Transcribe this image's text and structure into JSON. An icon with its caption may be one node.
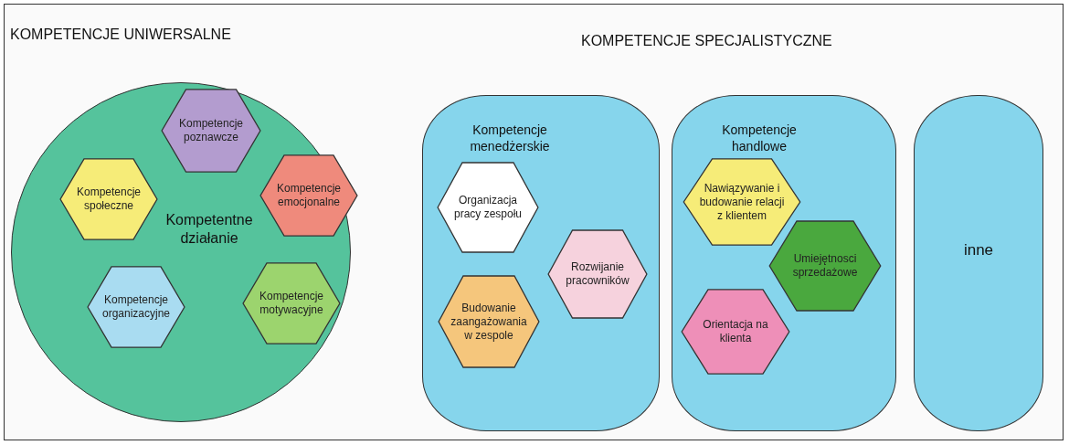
{
  "diagram": {
    "nodes": [
      {
        "text": [
          "KOMPETENCJE UNIWERSALNE",
          "Kompetentne działanie"
        ]
      },
      {
        "text": [
          "Kompetencje poznawcze"
        ],
        "in": 0
      },
      {
        "text": [
          "Kompetencje społeczne"
        ],
        "in": 0
      },
      {
        "text": [
          "Kompetencje emocjonalne"
        ],
        "in": 0
      },
      {
        "text": [
          "Kompetencje organizacyjne"
        ],
        "in": 0
      },
      {
        "text": [
          "Kompetencje motywacyjne"
        ],
        "in": 0
      },
      {
        "text": [
          "Kompetencje menedżerskie"
        ]
      },
      {
        "text": [
          "Organizacja pracy zespołu"
        ],
        "in": 6
      },
      {
        "text": [
          "Rozwijanie pracowników"
        ],
        "in": 6
      },
      {
        "text": [
          "Budowanie zaangażowania w zespole"
        ],
        "in": 6
      },
      {
        "text": [
          "Kompetencje handlowe"
        ]
      },
      {
        "text": [
          "Nawiązywanie i budowanie relacji z klientem"
        ],
        "in": 10
      },
      {
        "text": [
          "Umiejętnosci sprzedażowe"
        ],
        "in": 10
      },
      {
        "text": [
          "Orientacja na klienta"
        ],
        "in": 10
      },
      {
        "text": [
          "inne"
        ]
      }
    ],
    "edges": [],
    "labels": [
      "KOMPETENCJE SPECJALISTYCZNE"
    ]
  }
}
